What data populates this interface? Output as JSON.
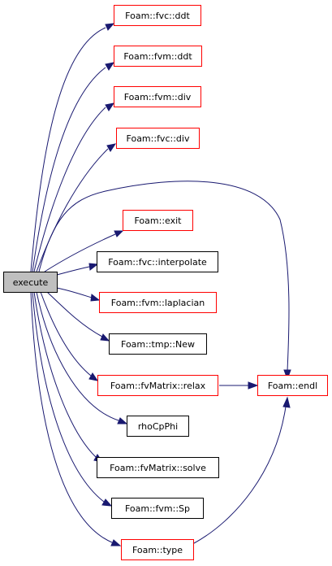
{
  "graph": {
    "colors": {
      "edge": "#191970",
      "red_border": "#ff0000",
      "black_border": "#000000",
      "root_fill": "#bfbfbf"
    },
    "root": {
      "label": "execute"
    },
    "nodes": [
      {
        "id": "fvc-ddt",
        "label": "Foam::fvc::ddt",
        "border": "red"
      },
      {
        "id": "fvm-ddt",
        "label": "Foam::fvm::ddt",
        "border": "red"
      },
      {
        "id": "fvm-div",
        "label": "Foam::fvm::div",
        "border": "red"
      },
      {
        "id": "fvc-div",
        "label": "Foam::fvc::div",
        "border": "red"
      },
      {
        "id": "exit",
        "label": "Foam::exit",
        "border": "red"
      },
      {
        "id": "fvc-interpolate",
        "label": "Foam::fvc::interpolate",
        "border": "black"
      },
      {
        "id": "fvm-laplacian",
        "label": "Foam::fvm::laplacian",
        "border": "red"
      },
      {
        "id": "tmp-new",
        "label": "Foam::tmp::New",
        "border": "black"
      },
      {
        "id": "fvmatrix-relax",
        "label": "Foam::fvMatrix::relax",
        "border": "red"
      },
      {
        "id": "rhocpphi",
        "label": "rhoCpPhi",
        "border": "black"
      },
      {
        "id": "fvmatrix-solve",
        "label": "Foam::fvMatrix::solve",
        "border": "black"
      },
      {
        "id": "fvm-sp",
        "label": "Foam::fvm::Sp",
        "border": "black"
      },
      {
        "id": "type",
        "label": "Foam::type",
        "border": "red"
      },
      {
        "id": "endl",
        "label": "Foam::endl",
        "border": "red"
      }
    ]
  }
}
